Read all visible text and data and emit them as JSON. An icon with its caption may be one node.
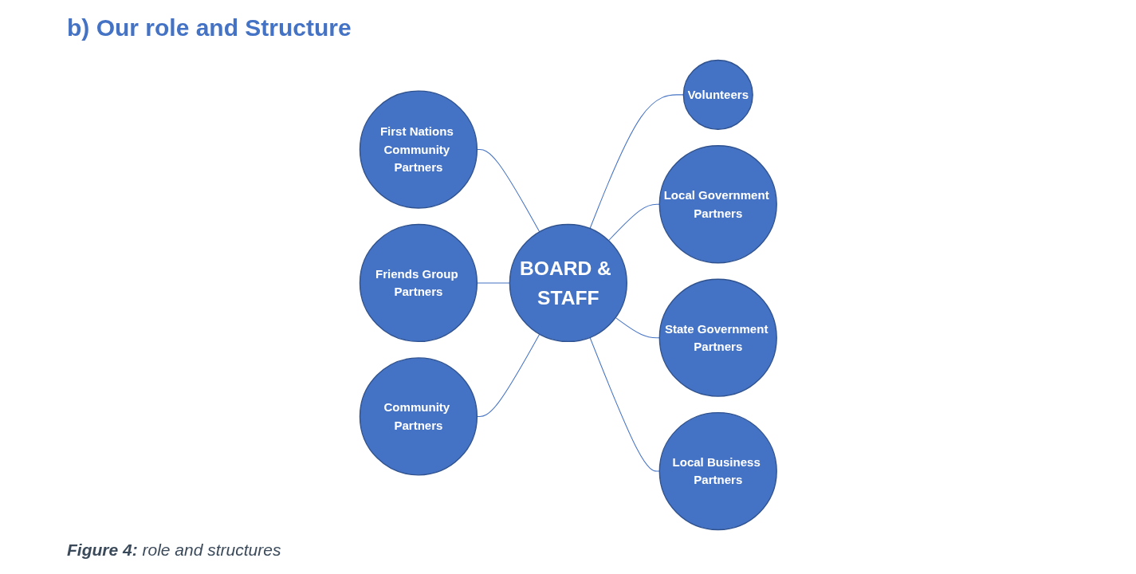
{
  "diagram": {
    "title": "b) Our role and Structure",
    "caption": "**Figure 4:** role and structures",
    "nodes": [
      {
        "text": [
          "Volunteers"
        ]
      },
      {
        "text": [
          "First Nations Community Partners"
        ]
      },
      {
        "text": [
          "BOARD & STAFF"
        ]
      },
      {
        "text": [
          "Local Government Partners"
        ]
      },
      {
        "text": [
          "Friends Group Partners"
        ]
      },
      {
        "text": [
          "State Government Partners"
        ]
      },
      {
        "text": [
          "Community Partners"
        ]
      },
      {
        "text": [
          "Local Business Partners"
        ]
      }
    ],
    "edges": [
      {
        "from": 2,
        "to": 0,
        "arrow": "none"
      },
      {
        "from": 1,
        "to": 2,
        "arrow": "none"
      },
      {
        "from": 2,
        "to": 3,
        "arrow": "none"
      },
      {
        "from": 4,
        "to": 2,
        "arrow": "none"
      },
      {
        "from": 2,
        "to": 5,
        "arrow": "none"
      },
      {
        "from": 6,
        "to": 2,
        "arrow": "none"
      },
      {
        "from": 2,
        "to": 7,
        "arrow": "none"
      }
    ]
  }
}
